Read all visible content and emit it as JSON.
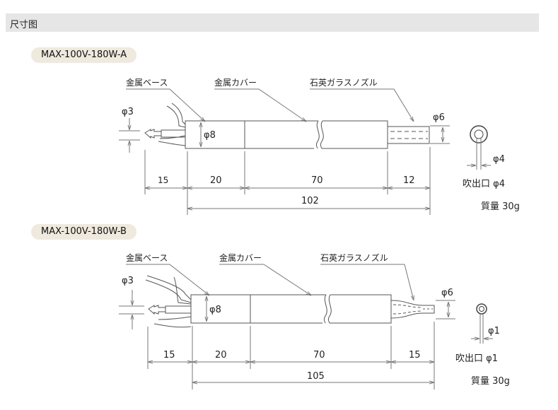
{
  "section_title": "尺寸图",
  "diagrams": [
    {
      "model": "MAX-100V-180W-A",
      "callouts": {
        "base": "金属ベース",
        "cover": "金属カバー",
        "nozzle": "石英ガラスノズル"
      },
      "diameters": {
        "wire": "φ3",
        "body": "φ8",
        "nozzle": "φ6",
        "outlet_inner": "φ4"
      },
      "lengths": {
        "lead": "15",
        "base": "20",
        "cover": "70",
        "nozzle": "12",
        "total": "102"
      },
      "outlet_label": "吹出口 φ4",
      "mass_label": "質量 30g"
    },
    {
      "model": "MAX-100V-180W-B",
      "callouts": {
        "base": "金属ベース",
        "cover": "金属カバー",
        "nozzle": "石英ガラスノズル"
      },
      "diameters": {
        "wire": "φ3",
        "body": "φ8",
        "nozzle": "φ6",
        "outlet_inner": "φ1"
      },
      "lengths": {
        "lead": "15",
        "base": "20",
        "cover": "70",
        "nozzle": "15",
        "total": "105"
      },
      "outlet_label": "吹出口 φ1",
      "mass_label": "質量 30g"
    }
  ]
}
